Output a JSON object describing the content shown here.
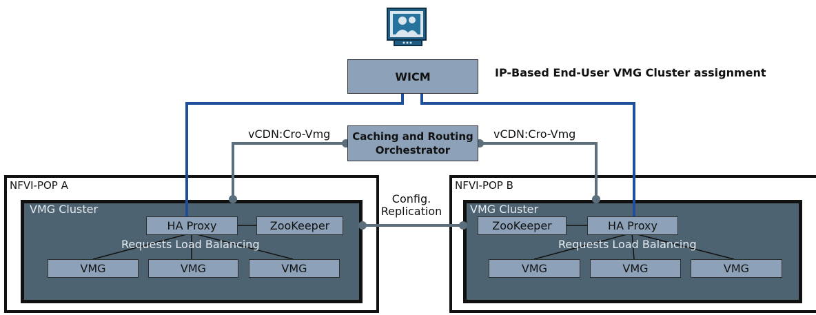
{
  "wicm": "WICM",
  "wicm_note": "IP-Based End-User VMG Cluster assignment",
  "orchestrator": {
    "line1": "Caching and Routing",
    "line2": "Orchestrator"
  },
  "link_label_left": "vCDN:Cro-Vmg",
  "link_label_right": "vCDN:Cro-Vmg",
  "replication": {
    "line1": "Config.",
    "line2": "Replication"
  },
  "pop_a": {
    "title": "NFVI-POP A",
    "cluster": "VMG Cluster",
    "ha_proxy": "HA Proxy",
    "zookeeper": "ZooKeeper",
    "balancing": "Requests Load Balancing",
    "vmgs": [
      "VMG",
      "VMG",
      "VMG"
    ]
  },
  "pop_b": {
    "title": "NFVI-POP B",
    "cluster": "VMG Cluster",
    "ha_proxy": "HA Proxy",
    "zookeeper": "ZooKeeper",
    "balancing": "Requests Load Balancing",
    "vmgs": [
      "VMG",
      "VMG",
      "VMG"
    ]
  },
  "colors": {
    "box_fill": "#8da2b8",
    "cluster_fill": "#4e6371",
    "blue_link": "#1f4f9a",
    "grey_link": "#5a6e7c"
  },
  "icons": {
    "user": "user-monitor-icon"
  }
}
